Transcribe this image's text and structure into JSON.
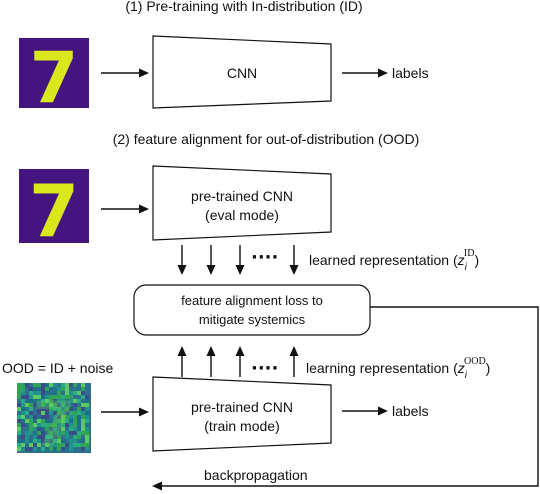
{
  "section1": {
    "title": "(1) Pre-training with In-distribution (ID)",
    "digit": "7",
    "box_label": "CNN",
    "output_label": "labels"
  },
  "section2": {
    "title": "(2) feature alignment for out-of-distribution (OOD)",
    "digit": "7",
    "eval_box": {
      "line1": "pre-trained CNN",
      "line2": "(eval mode)"
    },
    "learned_rep": {
      "text": "learned representation (",
      "var": "z",
      "sub": "i",
      "sup": "ID",
      "close": ")"
    },
    "loss_box": {
      "line1": "feature alignment loss to",
      "line2": "mitigate systemics"
    },
    "learning_rep": {
      "text": "learning representation (",
      "var": "z",
      "sub": "i",
      "sup": "OOD",
      "close": ")"
    },
    "ood_label": "OOD = ID + noise",
    "train_box": {
      "line1": "pre-trained CNN",
      "line2": "(train mode)"
    },
    "output_label": "labels",
    "backprop_label": "backpropagation",
    "ellipsis": "····"
  },
  "colors": {
    "mnist_bg": "#44157e",
    "mnist_digit": "#d9e81c",
    "noise_palette": [
      "#3b4c8a",
      "#2c6f8e",
      "#21918c",
      "#31a354",
      "#5ec962",
      "#27ad81",
      "#1f6f8b"
    ]
  }
}
